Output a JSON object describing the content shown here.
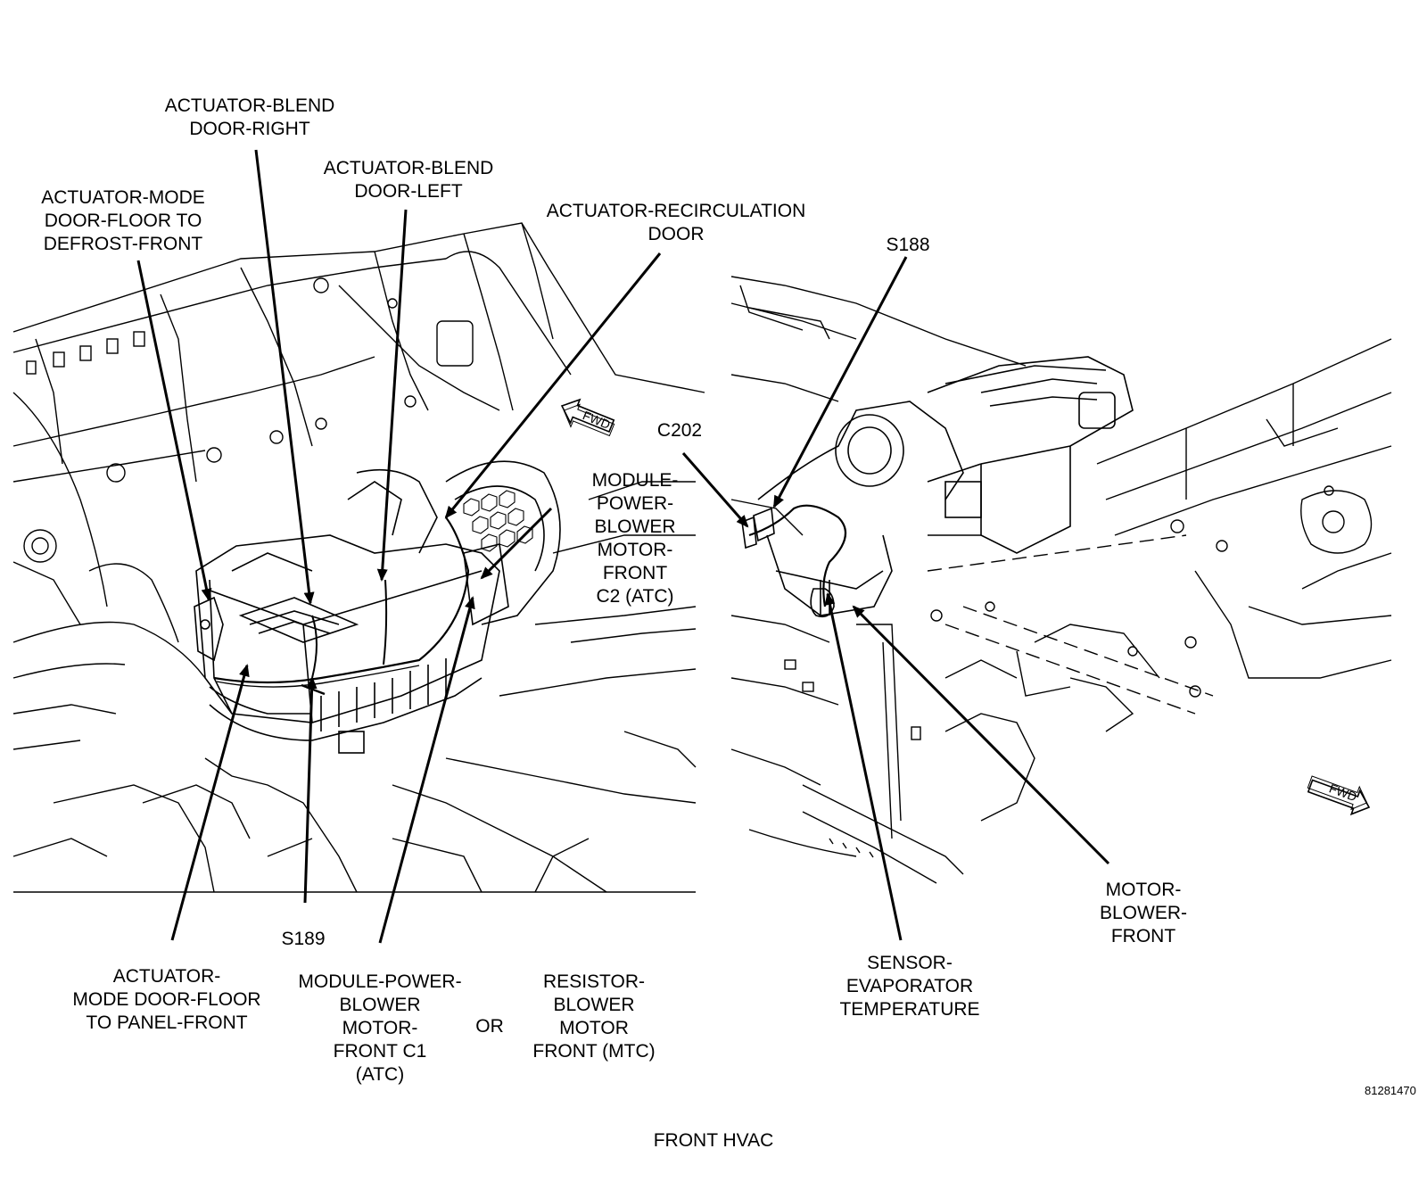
{
  "figure": {
    "caption": "FRONT HVAC",
    "figure_number": "81281470"
  },
  "labels": {
    "actuator_blend_door_right": "ACTUATOR-BLEND\nDOOR-RIGHT",
    "actuator_blend_door_left": "ACTUATOR-BLEND\nDOOR-LEFT",
    "actuator_mode_floor_defrost": "ACTUATOR-MODE\nDOOR-FLOOR TO\nDEFROST-FRONT",
    "actuator_recirculation": "ACTUATOR-RECIRCULATION\nDOOR",
    "s188": "S188",
    "c202": "C202",
    "module_power_blower_c2": "MODULE-\nPOWER-\nBLOWER\nMOTOR-\nFRONT\nC2 (ATC)",
    "s189": "S189",
    "actuator_mode_floor_panel": "ACTUATOR-\nMODE DOOR-FLOOR\nTO PANEL-FRONT",
    "module_power_blower_c1": "MODULE-POWER-\nBLOWER\nMOTOR-\nFRONT C1\n(ATC)",
    "or_text": "OR",
    "resistor_blower": "RESISTOR-\nBLOWER\nMOTOR\nFRONT (MTC)",
    "sensor_evaporator": "SENSOR-\nEVAPORATOR\nTEMPERATURE",
    "motor_blower_front": "MOTOR-\nBLOWER-\nFRONT",
    "fwd_arrow": "FWD"
  }
}
